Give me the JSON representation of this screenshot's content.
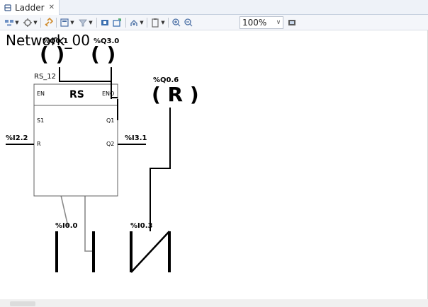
{
  "tab": {
    "label": "Ladder",
    "icon": "ladder-icon",
    "close": "✕"
  },
  "toolbar": {
    "zoom": "100%",
    "buttons": [
      "insert-network-icon",
      "network-options-icon",
      "link-icon",
      "view-icon",
      "filter-icon",
      "stop-icon",
      "new-window-icon",
      "user-icon",
      "clipboard-icon",
      "zoom-in-icon",
      "zoom-out-icon",
      "screen-icon"
    ]
  },
  "canvas": {
    "network_title": "Network_00",
    "block": {
      "instance": "RS_12",
      "type": "RS",
      "inputs": [
        "EN",
        "S1",
        "R"
      ],
      "outputs": [
        "ENO",
        "Q1",
        "Q2"
      ]
    },
    "coils": [
      {
        "address": "%Q0.1",
        "symbol": "(  )"
      },
      {
        "address": "%Q3.0",
        "symbol": "(  )"
      },
      {
        "address": "%Q0.6",
        "symbol": "( R )"
      }
    ],
    "contacts": [
      {
        "address": "%I0.0",
        "type": "normally-open"
      },
      {
        "address": "%I0.3",
        "type": "normally-closed"
      }
    ],
    "input_wire_label": "%I2.2",
    "output_wire_label": "%I3.1"
  },
  "colors": {
    "tab_bg": "#eef2f8",
    "toolbar_bg": "#f4f6fa",
    "wire": "#000000",
    "link_line": "#8a8a8a"
  }
}
